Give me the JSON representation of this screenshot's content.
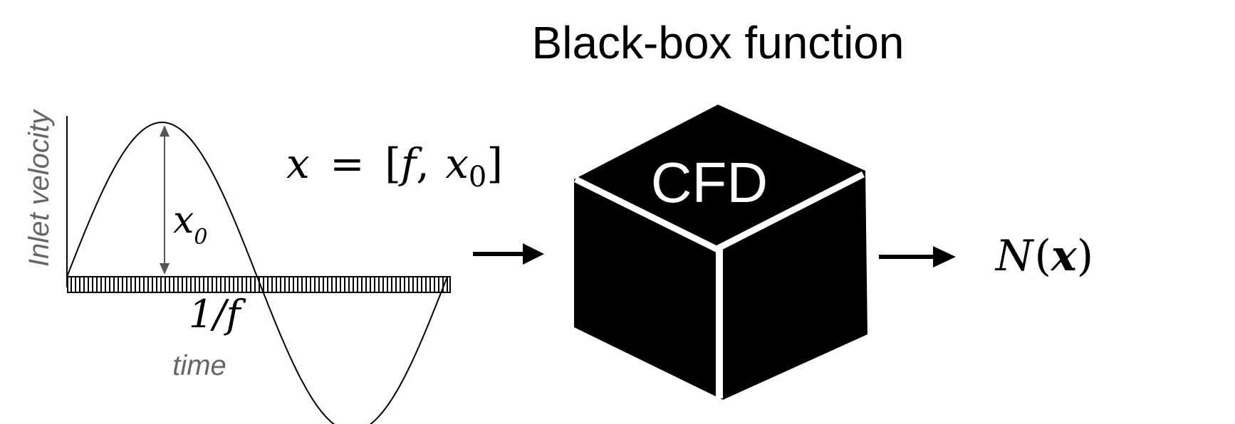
{
  "title": "Black-box function",
  "plot": {
    "y_axis_label": "Inlet velocity",
    "x_axis_label": "time",
    "amplitude_symbol": "x",
    "amplitude_subscript": "0",
    "period_label": "1/f"
  },
  "input_vector": {
    "lhs": "x",
    "equals": "=",
    "open": "[",
    "first": "f",
    "comma": ",",
    "second": "x",
    "second_subscript": "0",
    "close": "]"
  },
  "box": {
    "label": "CFD"
  },
  "output": {
    "func": "N",
    "open": "(",
    "arg": "x",
    "close": ")"
  }
}
